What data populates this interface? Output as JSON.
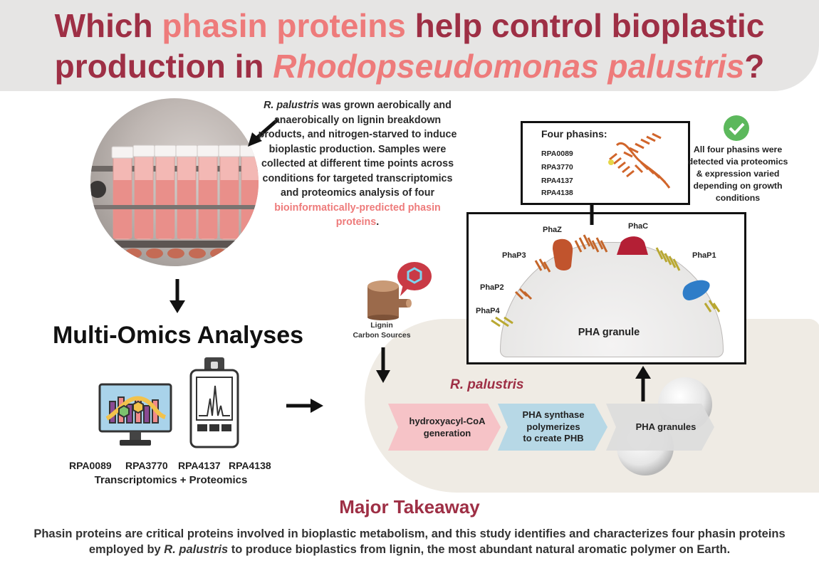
{
  "title": {
    "t1": "Which ",
    "t2": "phasin proteins",
    "t3": " help control bioplastic production in ",
    "t4": "Rhodopseudomonas palustris",
    "t5": "?"
  },
  "intro": {
    "p1": "R. palustris",
    "p2": " was grown aerobically and anaerobically on lignin breakdown products, and nitrogen-starved to induce bioplastic production. Samples were collected at different time points across conditions for targeted transcriptomics and proteomics analysis of four ",
    "p3": "bioinformatically-predicted phasin proteins",
    "p4": "."
  },
  "omics": {
    "title": "Multi-Omics Analyses",
    "ids": [
      "RPA0089",
      "RPA3770",
      "RPA4137",
      "RPA4138"
    ],
    "label": "Transcriptomics + Proteomics"
  },
  "phasins_box": {
    "title": "Four phasins:",
    "ids": [
      "RPA0089",
      "RPA3770",
      "RPA4137",
      "RPA4138"
    ]
  },
  "check_note": "All four phasins were detected via proteomics & expression varied depending on growth conditions",
  "granule": {
    "label": "PHA granule",
    "proteins": [
      "PhaZ",
      "PhaC",
      "PhaP3",
      "PhaP1",
      "PhaP2",
      "PhaP4"
    ]
  },
  "lignin": {
    "line1": "Lignin",
    "line2": "Carbon Sources"
  },
  "organism": "R. palustris",
  "steps": [
    {
      "line1": "hydroxyacyl-CoA",
      "line2": "generation",
      "line3": ""
    },
    {
      "line1": "PHA synthase",
      "line2": "polymerizes",
      "line3": "to create PHB"
    },
    {
      "line1": "PHA granules",
      "line2": "",
      "line3": ""
    }
  ],
  "takeaway": {
    "title": "Major Takeaway",
    "b1": "Phasin proteins are critical proteins involved in bioplastic metabolism, and this study identifies and characterizes four phasin proteins employed by ",
    "b2": "R. palustris",
    "b3": " to produce bioplastics from lignin, the most abundant natural aromatic polymer on Earth."
  },
  "colors": {
    "title_dark": "#9e2f45",
    "title_accent": "#ee7b7b",
    "step1": "#f6c3c7",
    "step2": "#b7d8e6",
    "step3": "#dcdcdc",
    "blob": "#efebe4"
  }
}
